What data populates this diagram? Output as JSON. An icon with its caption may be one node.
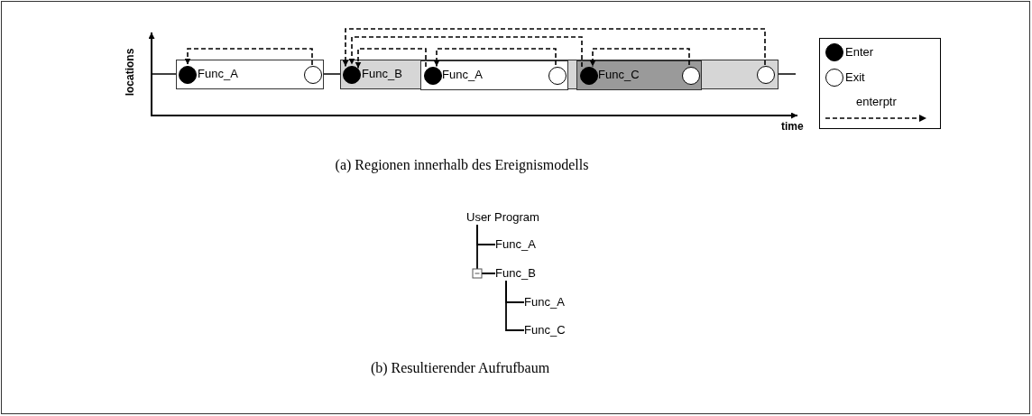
{
  "diagram": {
    "nodes": [
      {
        "text": [
          "Func_A"
        ]
      },
      {
        "text": [],
        "shape": "circle",
        "in": 0
      },
      {
        "text": [],
        "shape": "circle",
        "in": 0
      },
      {
        "text": [
          "Func_B"
        ]
      },
      {
        "text": [],
        "shape": "circle",
        "in": 3
      },
      {
        "text": [
          "Func_A"
        ],
        "in": 3
      },
      {
        "text": [],
        "shape": "circle",
        "in": 5
      },
      {
        "text": [],
        "shape": "circle",
        "in": 5
      },
      {
        "text": [
          "Func_C"
        ],
        "in": 3
      },
      {
        "text": [],
        "shape": "circle",
        "in": 8
      },
      {
        "text": [],
        "shape": "circle",
        "in": 8
      },
      {
        "text": [],
        "shape": "circle",
        "in": 3
      },
      {
        "text": [
          "User Program"
        ]
      },
      {
        "text": [
          "Func_A"
        ]
      },
      {
        "text": [
          "Func_B"
        ]
      },
      {
        "text": [
          "Func_A"
        ]
      },
      {
        "text": [
          "Func_C"
        ]
      }
    ],
    "edges": [
      {
        "from": 2,
        "to": 1,
        "arrow": "to",
        "style": "dashed"
      },
      {
        "from": 11,
        "to": 4,
        "arrow": "to",
        "style": "dashed"
      },
      {
        "from": 9,
        "to": 4,
        "arrow": "to",
        "style": "dashed"
      },
      {
        "from": 6,
        "to": 4,
        "arrow": "to",
        "style": "dashed"
      },
      {
        "from": 7,
        "to": 6,
        "arrow": "to",
        "style": "dashed"
      },
      {
        "from": 10,
        "to": 9,
        "arrow": "to",
        "style": "dashed"
      },
      {
        "from": 12,
        "to": 13,
        "arrow": "none"
      },
      {
        "from": 12,
        "to": 14,
        "arrow": "none"
      },
      {
        "from": 14,
        "to": 15,
        "arrow": "none"
      },
      {
        "from": 14,
        "to": 16,
        "arrow": "none"
      }
    ],
    "labels": [
      "locations",
      "time",
      "(a) Regionen innerhalb des Ereignismodells",
      "(b) Resultierender Aufrufbaum"
    ],
    "legend": [
      {
        "text": "Enter"
      },
      {
        "text": "Exit"
      },
      {
        "text": "enterptr"
      }
    ]
  }
}
